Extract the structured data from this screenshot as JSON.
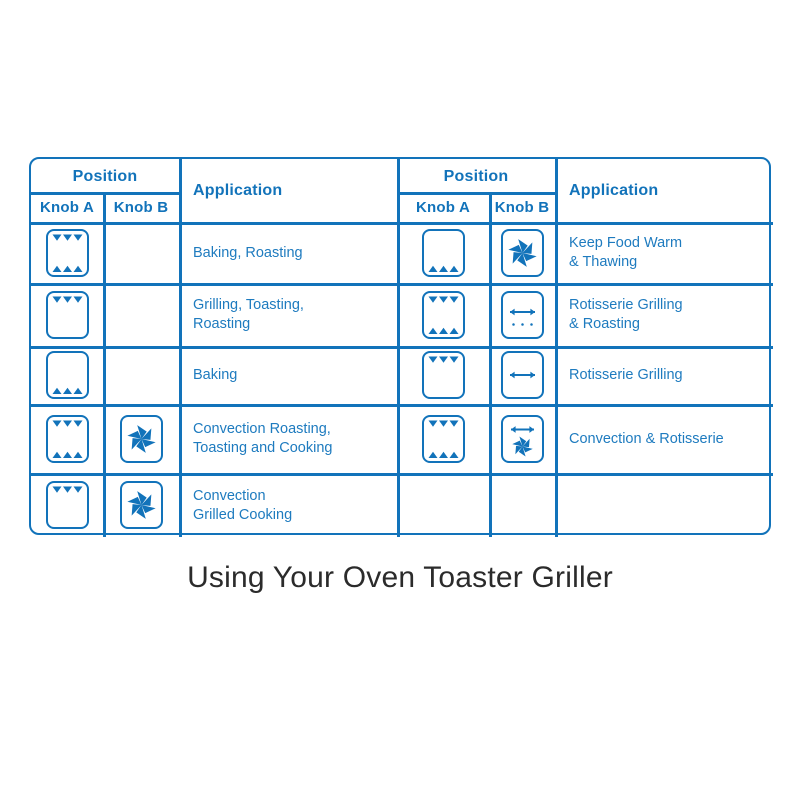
{
  "title": "Using Your Oven Toaster Griller",
  "colors": {
    "accent_blue": "#1273ba",
    "text_blue": "#1e7bbf",
    "title_gray": "#2b2b2b",
    "background": "#ffffff"
  },
  "table": {
    "headers": {
      "position": "Position",
      "knob_a": "Knob A",
      "knob_b": "Knob B",
      "application": "Application"
    },
    "left_panel": {
      "rows": [
        {
          "knob_a": "element-top-and-bottom",
          "knob_b": "none",
          "application": "Baking, Roasting"
        },
        {
          "knob_a": "element-top",
          "knob_b": "none",
          "application": "Grilling, Toasting,\nRoasting"
        },
        {
          "knob_a": "element-bottom",
          "knob_b": "none",
          "application": "Baking"
        },
        {
          "knob_a": "element-top-and-bottom",
          "knob_b": "fan",
          "application": "Convection Roasting,\nToasting and Cooking"
        },
        {
          "knob_a": "element-top",
          "knob_b": "fan",
          "application": "Convection\nGrilled Cooking"
        }
      ]
    },
    "right_panel": {
      "rows": [
        {
          "knob_a": "element-bottom",
          "knob_b": "fan",
          "application": "Keep Food Warm\n& Thawing"
        },
        {
          "knob_a": "element-top-and-bottom",
          "knob_b": "rotisserie-dots",
          "application": "Rotisserie Grilling\n& Roasting"
        },
        {
          "knob_a": "element-top",
          "knob_b": "rotisserie",
          "application": "Rotisserie Grilling"
        },
        {
          "knob_a": "element-top-and-bottom",
          "knob_b": "rotisserie-fan",
          "application": "Convection & Rotisserie"
        },
        {
          "knob_a": "none",
          "knob_b": "none",
          "application": ""
        }
      ]
    }
  }
}
